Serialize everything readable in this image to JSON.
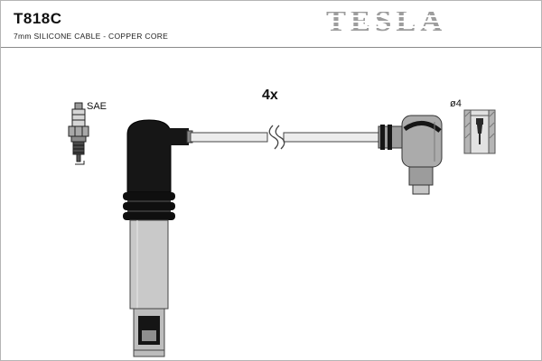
{
  "header": {
    "part_number": "T818C",
    "subtitle": "7mm SILICONE CABLE - COPPER CORE",
    "brand": "TESLA"
  },
  "labels": {
    "connector_standard": "SAE",
    "quantity": "4x",
    "terminal_diameter": "ø4"
  },
  "colors": {
    "logo_gray": "#9d9d9d",
    "outline": "#444444",
    "boot_black": "#161616",
    "boot_gray": "#c9c9c9"
  }
}
